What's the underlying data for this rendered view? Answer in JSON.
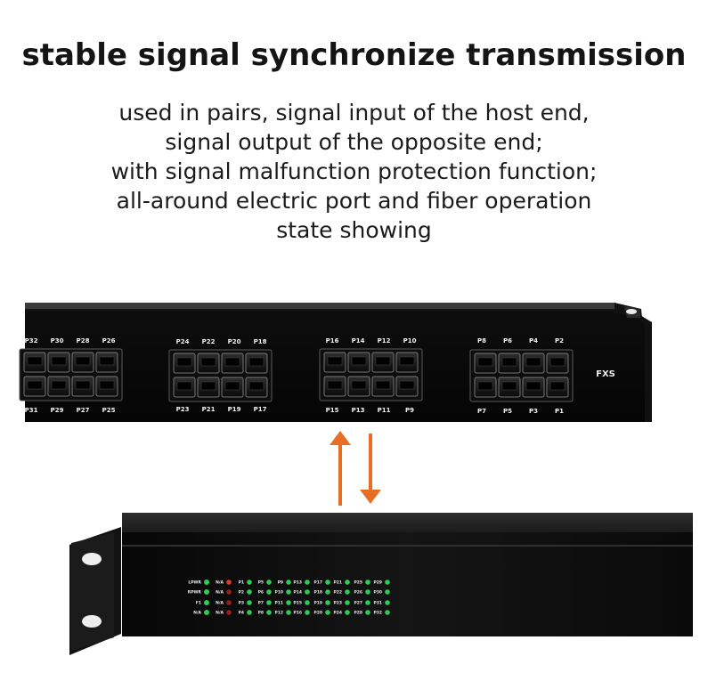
{
  "headline": "stable signal synchronize transmission",
  "description_lines": [
    "used in pairs, signal input of the host end,",
    "signal output of the opposite end;",
    "with signal malfunction protection function;",
    "all-around electric port and fiber operation",
    "state showing"
  ],
  "panel": {
    "fxs_label": "FXS",
    "port_top_labels": [
      "P32",
      "P30",
      "P28",
      "P26",
      "P24",
      "P22",
      "P20",
      "P18",
      "P16",
      "P14",
      "P12",
      "P10",
      "P8",
      "P6",
      "P4",
      "P2"
    ],
    "port_bottom_labels": [
      "P31",
      "P29",
      "P27",
      "P25",
      "P23",
      "P21",
      "P19",
      "P17",
      "P15",
      "P13",
      "P11",
      "P9",
      "P7",
      "P5",
      "P3",
      "P1"
    ]
  },
  "front_panel": {
    "status_labels": [
      "LPWR",
      "RPWR",
      "F1",
      "N/A"
    ],
    "na_labels": [
      "N/A",
      "N/A",
      "N/A",
      "N/A"
    ],
    "port_led_labels": [
      [
        "P1",
        "P5",
        "P9",
        "P13",
        "P17",
        "P21",
        "P25",
        "P29"
      ],
      [
        "P2",
        "P6",
        "P10",
        "P14",
        "P18",
        "P22",
        "P26",
        "P30"
      ],
      [
        "P3",
        "P7",
        "P11",
        "P15",
        "P19",
        "P23",
        "P27",
        "P31"
      ],
      [
        "P4",
        "P8",
        "P12",
        "P16",
        "P20",
        "P24",
        "P28",
        "P32"
      ]
    ]
  },
  "colors": {
    "arrow": "#e76e24",
    "device": "#111111",
    "led_green": "#2ecb56",
    "led_red": "#df3a2f"
  },
  "icons": [
    "up-arrow-icon",
    "down-arrow-icon"
  ]
}
